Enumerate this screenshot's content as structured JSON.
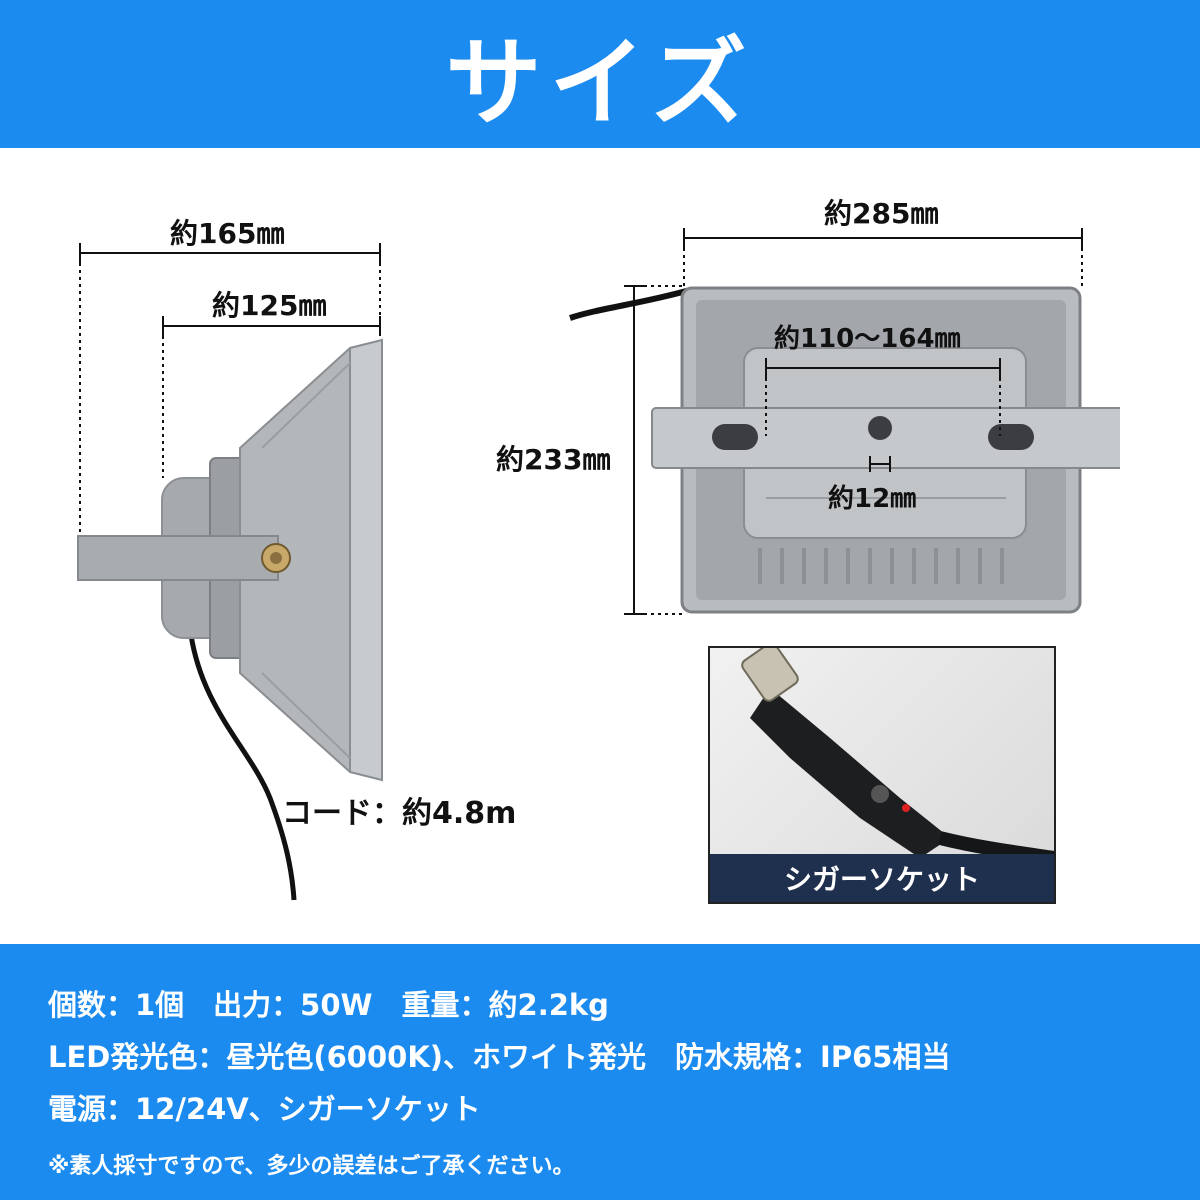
{
  "header": {
    "title": "サイズ"
  },
  "dimensions": {
    "side_total_width": "約165㎜",
    "side_inner_width": "約125㎜",
    "front_width": "約285㎜",
    "front_height": "約233㎜",
    "bracket_hole_span": "約110～164㎜",
    "hole_diameter": "約12㎜",
    "cord_length": "コード：約4.8m"
  },
  "photo": {
    "caption": "シガーソケット"
  },
  "specs": {
    "line1": "個数：1個　出力：50W　重量：約2.2kg",
    "line2": "LED発光色：昼光色(6000K)、ホワイト発光　防水規格：IP65相当",
    "line3": "電源：12/24V、シガーソケット",
    "note": "※素人採寸ですので、多少の誤差はご了承ください。"
  },
  "colors": {
    "accent_blue": "#1c8bf0",
    "caption_navy": "#1f2f4e",
    "body_gray": "#a9acaf"
  }
}
